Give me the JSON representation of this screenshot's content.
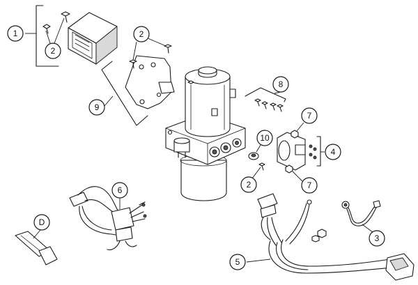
{
  "callouts": [
    {
      "label": "1"
    },
    {
      "label": "2"
    },
    {
      "label": "2"
    },
    {
      "label": "9"
    },
    {
      "label": "8"
    },
    {
      "label": "7"
    },
    {
      "label": "10"
    },
    {
      "label": "4"
    },
    {
      "label": "2"
    },
    {
      "label": "7"
    },
    {
      "label": "6"
    },
    {
      "label": "D"
    },
    {
      "label": "3"
    },
    {
      "label": "5"
    }
  ]
}
